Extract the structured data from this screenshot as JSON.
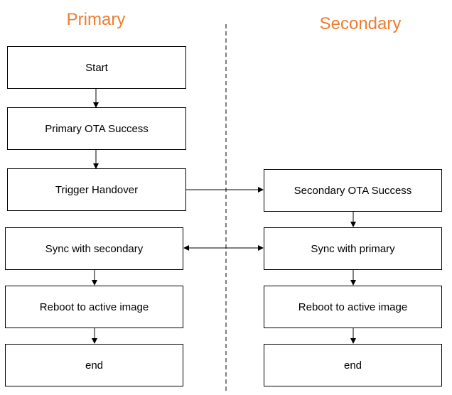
{
  "colors": {
    "lane_title": "#ED7D31",
    "line": "#000000",
    "node_border": "#000000",
    "background": "#FFFFFF"
  },
  "lanes": {
    "primary": {
      "title": "Primary",
      "nodes": {
        "start": "Start",
        "ota_success": "Primary OTA Success",
        "trigger_handover": "Trigger Handover",
        "sync": "Sync with secondary",
        "reboot": "Reboot to active image",
        "end": "end"
      }
    },
    "secondary": {
      "title": "Secondary",
      "nodes": {
        "ota_success": "Secondary OTA Success",
        "sync": "Sync with primary",
        "reboot": "Reboot to active image",
        "end": "end"
      }
    }
  },
  "edges": [
    {
      "from": "primary.start",
      "to": "primary.ota_success"
    },
    {
      "from": "primary.ota_success",
      "to": "primary.trigger_handover"
    },
    {
      "from": "primary.trigger_handover",
      "to": "secondary.ota_success"
    },
    {
      "from": "secondary.ota_success",
      "to": "secondary.sync"
    },
    {
      "from": "primary.sync",
      "to": "secondary.sync",
      "bidirectional": true
    },
    {
      "from": "primary.sync",
      "to": "primary.reboot"
    },
    {
      "from": "primary.reboot",
      "to": "primary.end"
    },
    {
      "from": "secondary.sync",
      "to": "secondary.reboot"
    },
    {
      "from": "secondary.reboot",
      "to": "secondary.end"
    }
  ]
}
